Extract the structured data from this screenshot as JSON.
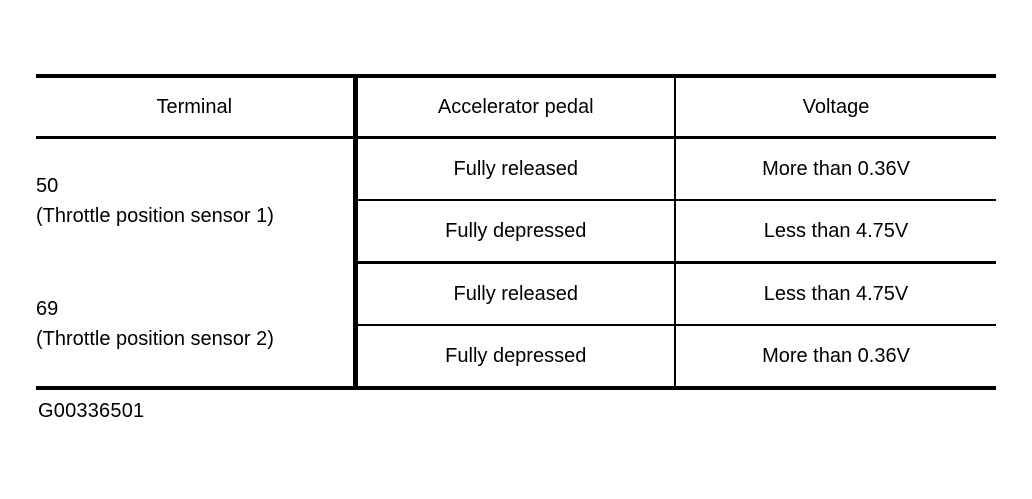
{
  "document": {
    "figure_id": "G00336501",
    "background_color": "#ffffff",
    "ink_color": "#000000"
  },
  "table": {
    "columns": [
      {
        "key": "terminal",
        "label": "Terminal"
      },
      {
        "key": "pedal",
        "label": "Accelerator pedal"
      },
      {
        "key": "voltage",
        "label": "Voltage"
      }
    ],
    "groups": [
      {
        "terminal_number": "50",
        "terminal_description": "(Throttle position sensor 1)",
        "terminal_description_line1": "(Throttle position sensor",
        "terminal_description_line2": "1)",
        "rows": [
          {
            "pedal": "Fully released",
            "voltage": "More than 0.36V"
          },
          {
            "pedal": "Fully depressed",
            "voltage": "Less than 4.75V"
          }
        ]
      },
      {
        "terminal_number": "69",
        "terminal_description": "(Throttle position sensor 2)",
        "terminal_description_line1": "(Throttle position sensor",
        "terminal_description_line2": "2)",
        "rows": [
          {
            "pedal": "Fully released",
            "voltage": "Less than 4.75V"
          },
          {
            "pedal": "Fully depressed",
            "voltage": "More than 0.36V"
          }
        ]
      }
    ]
  }
}
